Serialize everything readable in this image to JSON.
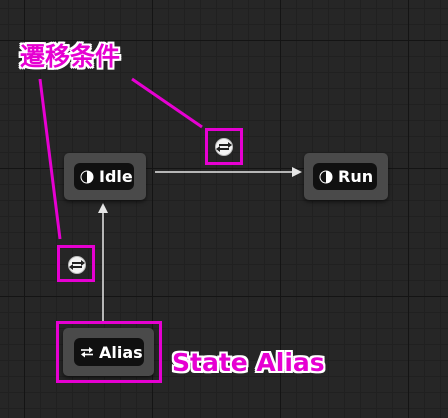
{
  "states": {
    "idle": {
      "label": "Idle",
      "icon": "state-half-circle-icon"
    },
    "run": {
      "label": "Run",
      "icon": "state-half-circle-icon"
    },
    "alias": {
      "label": "Alias",
      "icon": "swap-arrows-icon"
    }
  },
  "transition_icon": "transition-rule-icon",
  "annotations": {
    "transition_rule": "遷移条件",
    "state_alias": "State Alias"
  },
  "colors": {
    "highlight": "#e600d2",
    "node": "#4a4a4a",
    "pill": "#101010",
    "connector": "#e6e6e6",
    "background": "#262626"
  }
}
